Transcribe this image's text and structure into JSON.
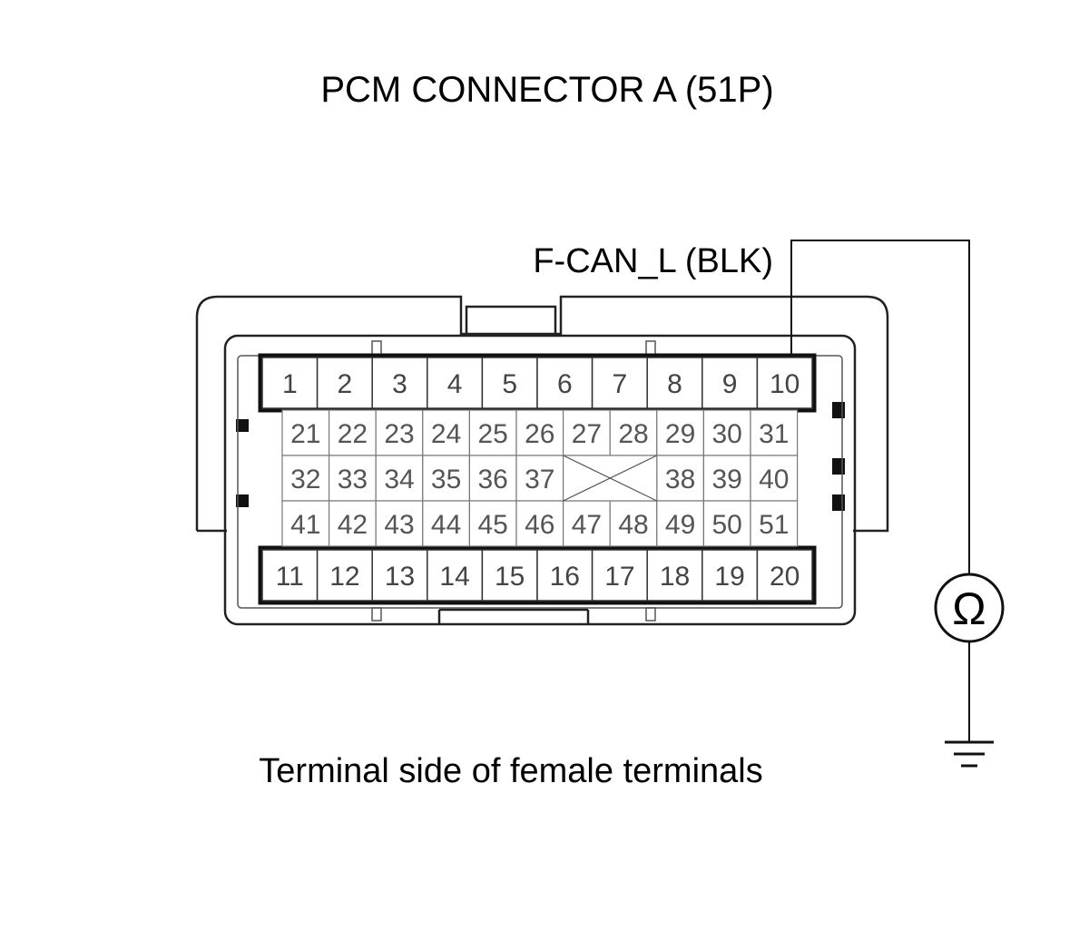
{
  "title": "PCM CONNECTOR A (51P)",
  "wire_label": "F-CAN_L (BLK)",
  "caption": "Terminal side of female terminals",
  "meter_symbol": "Ω",
  "meter_icon": "ohmmeter-icon",
  "ground_icon": "ground-icon",
  "top_row": [
    "1",
    "2",
    "3",
    "4",
    "5",
    "6",
    "7",
    "8",
    "9",
    "10"
  ],
  "bottom_row": [
    "11",
    "12",
    "13",
    "14",
    "15",
    "16",
    "17",
    "18",
    "19",
    "20"
  ],
  "row_a": [
    "21",
    "22",
    "23",
    "24",
    "25",
    "26",
    "27",
    "28",
    "29",
    "30",
    "31"
  ],
  "row_b": [
    "32",
    "33",
    "34",
    "35",
    "36",
    "37",
    "",
    "",
    "38",
    "39",
    "40"
  ],
  "row_c": [
    "41",
    "42",
    "43",
    "44",
    "45",
    "46",
    "47",
    "48",
    "49",
    "50",
    "51"
  ],
  "probed_terminal": "10"
}
